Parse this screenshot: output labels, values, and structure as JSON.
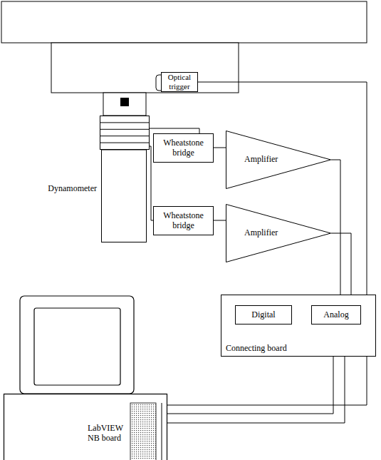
{
  "diagram": {
    "nodes": [
      {
        "text": [
          "Optical trigger"
        ]
      },
      {
        "text": [
          "Dynamometer"
        ]
      },
      {
        "text": [
          "Wheatstone bridge"
        ]
      },
      {
        "text": [
          "Amplifier"
        ]
      },
      {
        "text": [
          "Wheatstone bridge"
        ]
      },
      {
        "text": [
          "Amplifier"
        ]
      },
      {
        "text": [
          "Connecting board"
        ]
      },
      {
        "text": [
          "Digital"
        ],
        "in": 6
      },
      {
        "text": [
          "Analog"
        ],
        "in": 6
      },
      {
        "text": [
          "LabVIEW NB board"
        ]
      }
    ],
    "edges": [
      {
        "from": 1,
        "to": 2,
        "arrow": "none"
      },
      {
        "from": 1,
        "to": 4,
        "arrow": "none"
      },
      {
        "from": 2,
        "to": 3,
        "arrow": "none"
      },
      {
        "from": 4,
        "to": 5,
        "arrow": "none"
      },
      {
        "from": 3,
        "to": 8,
        "arrow": "none"
      },
      {
        "from": 5,
        "to": 8,
        "arrow": "none"
      },
      {
        "from": 8,
        "to": 9,
        "arrow": "none"
      },
      {
        "from": 8,
        "to": 9,
        "arrow": "none"
      },
      {
        "from": 0,
        "to": 9,
        "arrow": "none"
      }
    ]
  }
}
